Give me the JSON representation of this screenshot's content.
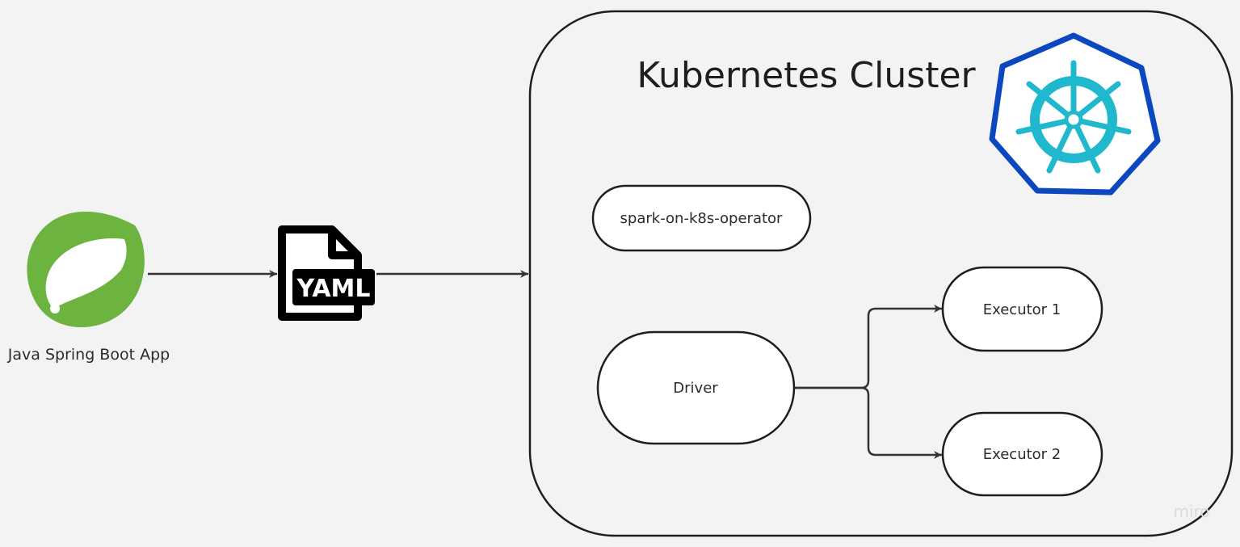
{
  "diagram": {
    "cluster_title": "Kubernetes Cluster",
    "app_label": "Java Spring Boot App",
    "yaml_label": "YAML",
    "nodes": {
      "operator": "spark-on-k8s-operator",
      "driver": "Driver",
      "executor1": "Executor 1",
      "executor2": "Executor 2"
    },
    "watermark": "miro"
  },
  "colors": {
    "background": "#f3f3f3",
    "spring_green": "#6db33f",
    "kubernetes_blue": "#0b47bf",
    "kubernetes_cyan": "#20b8cc",
    "stroke": "#1e1e1e"
  },
  "icons": {
    "app": "spring-leaf-icon",
    "manifest": "yaml-file-icon",
    "cluster": "kubernetes-helm-icon"
  }
}
